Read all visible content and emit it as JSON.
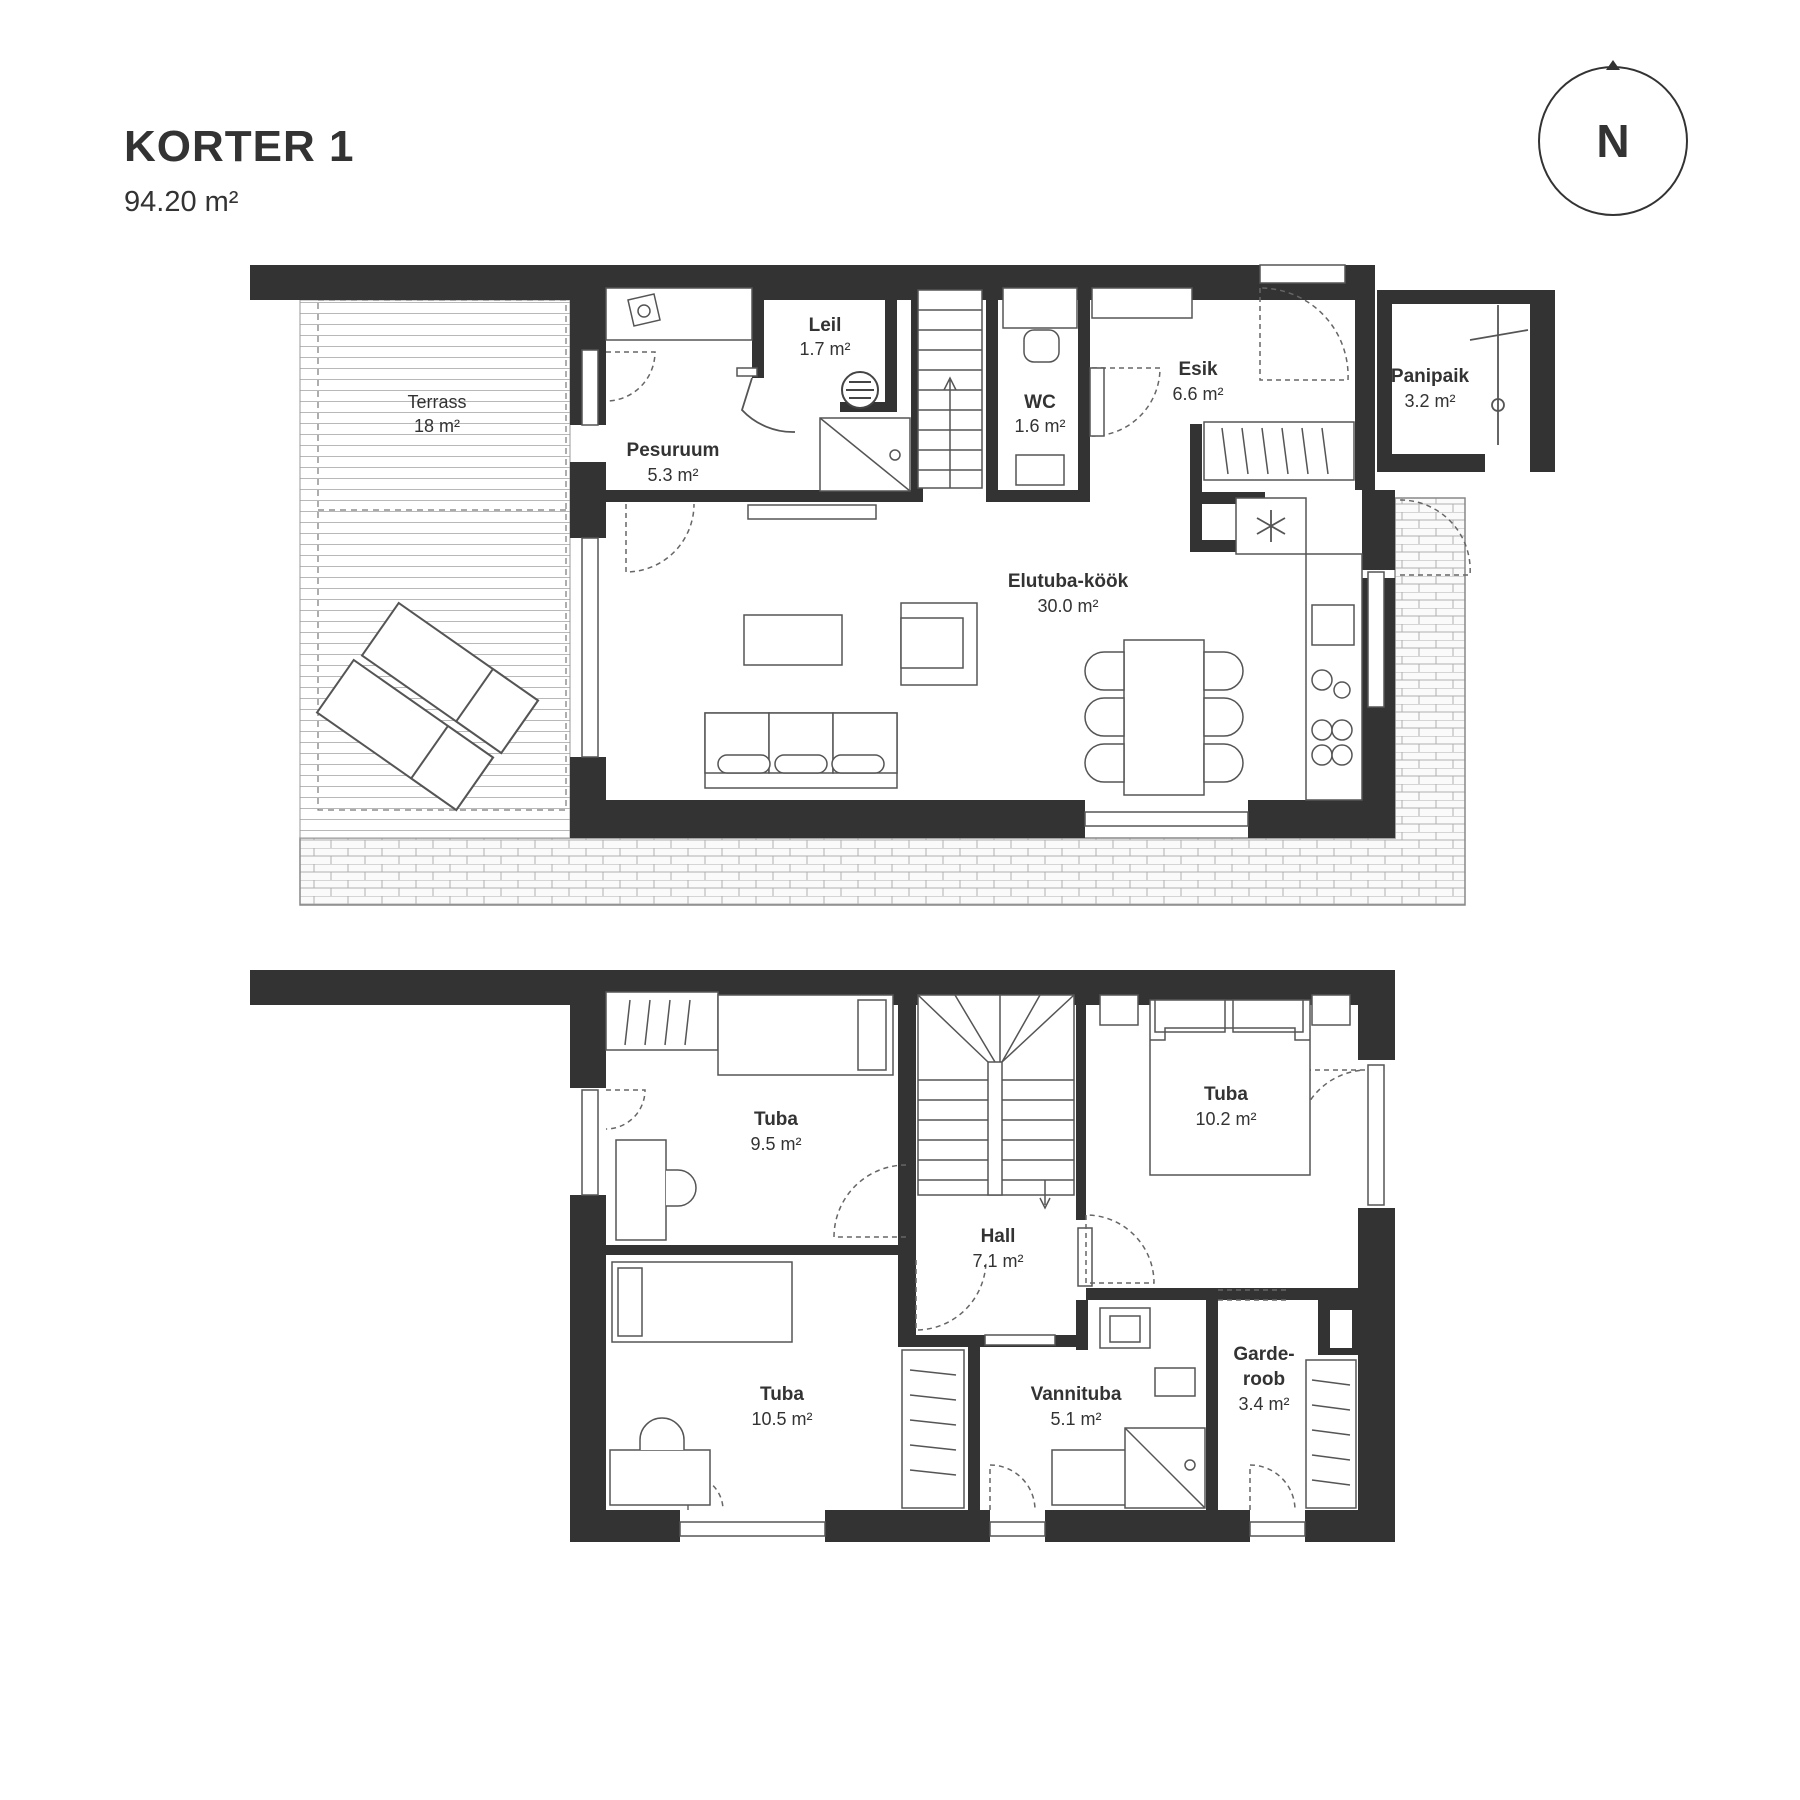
{
  "header": {
    "title": "KORTER 1",
    "area": "94.20 m²"
  },
  "compass": {
    "label": "N"
  },
  "ground_floor": {
    "rooms": [
      {
        "id": "terrass",
        "name": "Terrass",
        "area": "18 m²"
      },
      {
        "id": "leil",
        "name": "Leil",
        "area": "1.7 m²"
      },
      {
        "id": "pesuruum",
        "name": "Pesuruum",
        "area": "5.3 m²"
      },
      {
        "id": "wc",
        "name": "WC",
        "area": "1.6 m²"
      },
      {
        "id": "esik",
        "name": "Esik",
        "area": "6.6 m²"
      },
      {
        "id": "panipaik",
        "name": "Panipaik",
        "area": "3.2 m²"
      },
      {
        "id": "elutuba",
        "name": "Elutuba-köök",
        "area": "30.0 m²"
      }
    ]
  },
  "upper_floor": {
    "rooms": [
      {
        "id": "tuba1",
        "name": "Tuba",
        "area": "9.5 m²"
      },
      {
        "id": "tuba2",
        "name": "Tuba",
        "area": "10.2 m²"
      },
      {
        "id": "hall",
        "name": "Hall",
        "area": "7.1 m²"
      },
      {
        "id": "tuba3",
        "name": "Tuba",
        "area": "10.5 m²"
      },
      {
        "id": "vannituba",
        "name": "Vannituba",
        "area": "5.1 m²"
      },
      {
        "id": "garderoob",
        "name_line1": "Garde-",
        "name_line2": "roob",
        "area": "3.4 m²"
      }
    ]
  },
  "colors": {
    "wall": "#333333",
    "line": "#666666",
    "paving": "#f5f5f5"
  }
}
